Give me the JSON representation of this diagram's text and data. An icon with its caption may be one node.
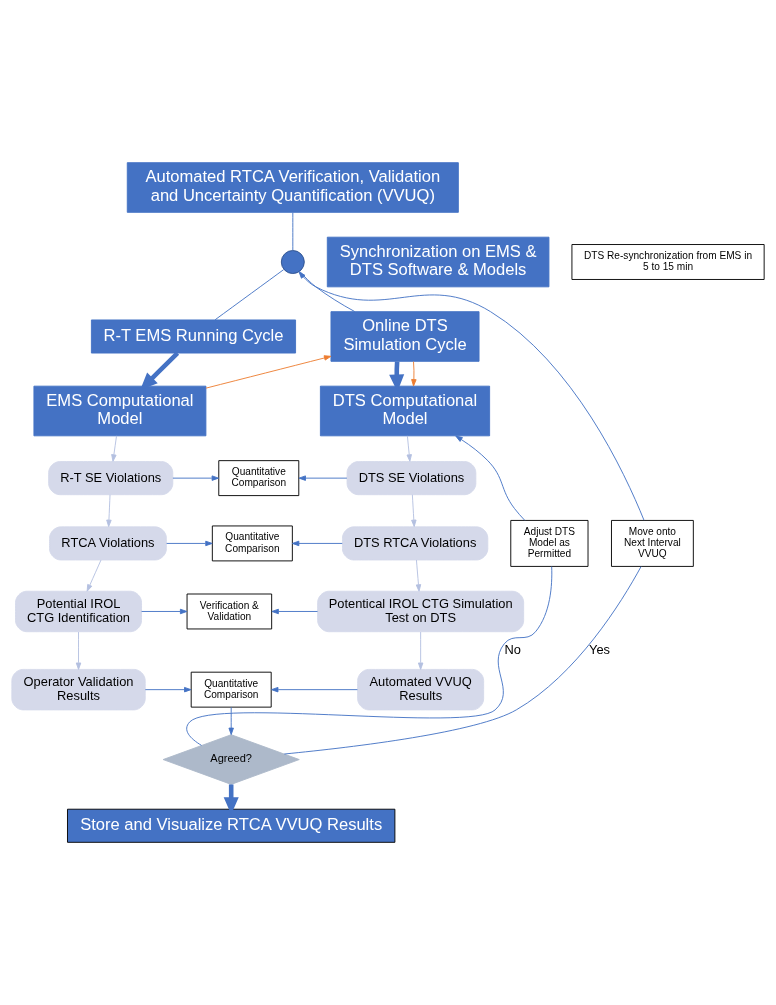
{
  "diagram": {
    "nodes": [
      {
        "text": [
          "Automated RTCA Verification, Validation and Uncertainty Quantification (VVUQ)"
        ]
      },
      {
        "text": [
          "Synchronization on EMS & DTS Software & Models"
        ]
      },
      {
        "text": [],
        "shape": "circle"
      },
      {
        "text": [
          "DTS Re-synchronization from EMS in 5 to 15 min"
        ]
      },
      {
        "text": [
          "R-T EMS Running Cycle"
        ]
      },
      {
        "text": [
          "Online DTS Simulation Cycle"
        ]
      },
      {
        "text": [
          "EMS Computational Model"
        ]
      },
      {
        "text": [
          "DTS Computational Model"
        ]
      },
      {
        "text": [
          "R-T SE Violations"
        ]
      },
      {
        "text": [
          "Quantitative Comparison"
        ]
      },
      {
        "text": [
          "DTS SE Violations"
        ]
      },
      {
        "text": [
          "RTCA Violations"
        ]
      },
      {
        "text": [
          "Quantitative Comparison"
        ]
      },
      {
        "text": [
          "DTS RTCA Violations"
        ]
      },
      {
        "text": [
          "Potential IROL CTG Identification"
        ]
      },
      {
        "text": [
          "Verification & Validation"
        ]
      },
      {
        "text": [
          "Potentical IROL CTG Simulation Test on DTS"
        ]
      },
      {
        "text": [
          "Operator Validation Results"
        ]
      },
      {
        "text": [
          "Quantitative Comparison"
        ]
      },
      {
        "text": [
          "Automated VVUQ Results"
        ]
      },
      {
        "text": [
          "Agreed?"
        ]
      },
      {
        "text": [
          "Store and Visualize RTCA VVUQ Results"
        ]
      },
      {
        "text": [
          "Move onto Next Interval VVUQ"
        ]
      },
      {
        "text": [
          "Adjust DTS Model as Permitted"
        ]
      }
    ],
    "edges": [
      {
        "from": 0,
        "to": 2,
        "arrow": "none"
      },
      {
        "from": 2,
        "to": 4,
        "arrow": "none"
      },
      {
        "from": 2,
        "to": 5,
        "arrow": "none"
      },
      {
        "from": 4,
        "to": 6,
        "arrow": "to",
        "style": "thick"
      },
      {
        "from": 5,
        "to": 7,
        "arrow": "to",
        "style": "thick"
      },
      {
        "from": 6,
        "to": 5,
        "arrow": "to",
        "color": "#ed7d31"
      },
      {
        "from": 5,
        "to": 7,
        "arrow": "to",
        "color": "#ed7d31"
      },
      {
        "from": 6,
        "to": 8,
        "arrow": "to",
        "color": "#b4c0e0"
      },
      {
        "from": 8,
        "to": 11,
        "arrow": "to",
        "color": "#b4c0e0"
      },
      {
        "from": 11,
        "to": 14,
        "arrow": "to",
        "color": "#b4c0e0"
      },
      {
        "from": 14,
        "to": 17,
        "arrow": "to",
        "color": "#b4c0e0"
      },
      {
        "from": 7,
        "to": 10,
        "arrow": "to",
        "color": "#b4c0e0"
      },
      {
        "from": 10,
        "to": 13,
        "arrow": "to",
        "color": "#b4c0e0"
      },
      {
        "from": 13,
        "to": 16,
        "arrow": "to",
        "color": "#b4c0e0"
      },
      {
        "from": 16,
        "to": 19,
        "arrow": "to",
        "color": "#b4c0e0"
      },
      {
        "from": 8,
        "to": 9,
        "arrow": "to"
      },
      {
        "from": 10,
        "to": 9,
        "arrow": "to"
      },
      {
        "from": 11,
        "to": 12,
        "arrow": "to"
      },
      {
        "from": 13,
        "to": 12,
        "arrow": "to"
      },
      {
        "from": 14,
        "to": 15,
        "arrow": "to"
      },
      {
        "from": 16,
        "to": 15,
        "arrow": "to"
      },
      {
        "from": 17,
        "to": 18,
        "arrow": "to"
      },
      {
        "from": 19,
        "to": 18,
        "arrow": "to"
      },
      {
        "from": 18,
        "to": 20,
        "arrow": "to"
      },
      {
        "from": 20,
        "to": 21,
        "arrow": "to",
        "style": "thick"
      },
      {
        "from": 20,
        "to": 22,
        "arrow": "none",
        "label": "Yes"
      },
      {
        "from": 22,
        "to": 2,
        "arrow": "to"
      },
      {
        "from": 20,
        "to": 23,
        "arrow": "none",
        "label": "No"
      },
      {
        "from": 23,
        "to": 7,
        "arrow": "to"
      }
    ]
  }
}
